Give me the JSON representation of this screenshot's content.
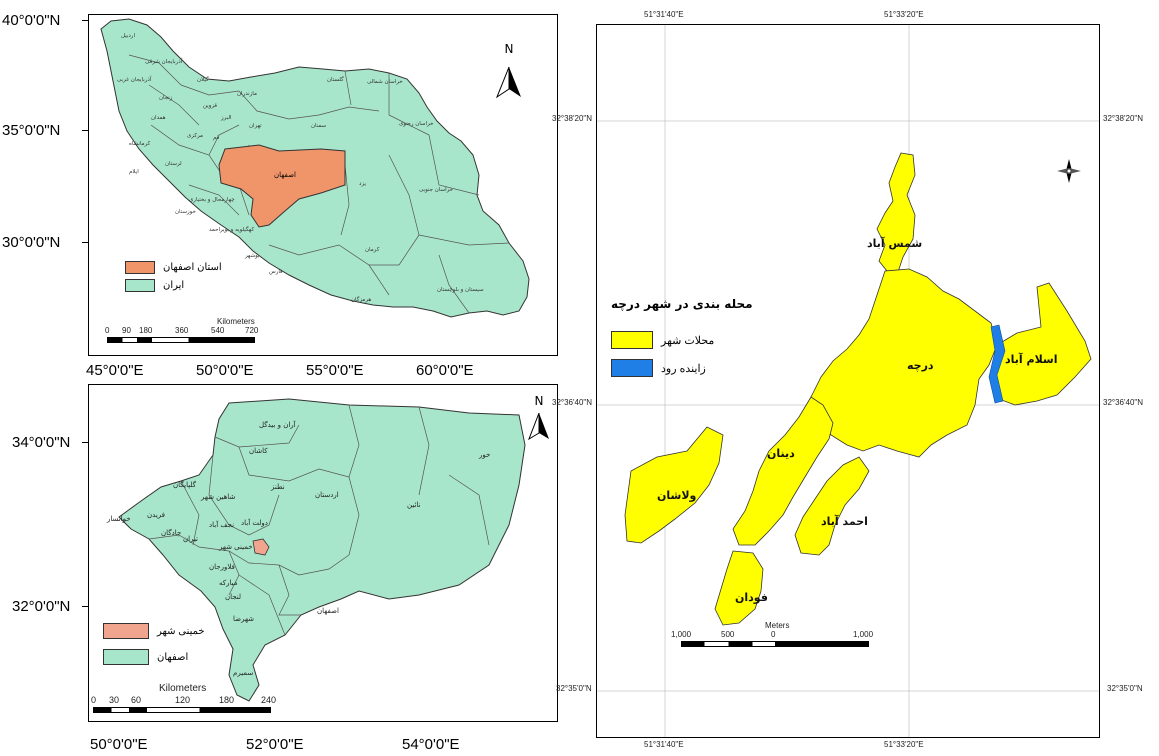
{
  "iran_map": {
    "lat_labels": [
      "40°0'0\"N",
      "35°0'0\"N",
      "30°0'0\"N"
    ],
    "lon_labels": [
      "45°0'0\"E",
      "50°0'0\"E",
      "55°0'0\"E",
      "60°0'0\"E"
    ],
    "north": "N",
    "highlight_label": "اصفهان",
    "legend": [
      {
        "label": "استان اصفهان",
        "color": "#f0956a"
      },
      {
        "label": "ایران",
        "color": "#a8e6cc"
      }
    ],
    "scale": {
      "title": "Kilometers",
      "ticks": [
        "0",
        "90",
        "180",
        "360",
        "540",
        "720"
      ]
    },
    "province_labels": [
      "اردبیل",
      "آذربایجان شرقی",
      "آذربایجان غربی",
      "زنجان",
      "گیلان",
      "مازندران",
      "گلستان",
      "خراسان شمالی",
      "قزوین",
      "البرز",
      "تهران",
      "سمنان",
      "خراسان رضوی",
      "همدان",
      "قم",
      "مرکزی",
      "کرمانشاه",
      "لرستان",
      "ایلام",
      "خوزستان",
      "چهارمحال و بختیاری",
      "کهگیلویه و بویراحمد",
      "یزد",
      "خراسان جنوبی",
      "کرمان",
      "فارس",
      "بوشهر",
      "هرمزگان",
      "سیستان و بلوچستان"
    ]
  },
  "isfahan_map": {
    "lat_labels": [
      "34°0'0\"N",
      "32°0'0\"N"
    ],
    "lon_labels": [
      "50°0'0\"E",
      "52°0'0\"E",
      "54°0'0\"E"
    ],
    "north": "N",
    "legend": [
      {
        "label": "خمینی شهر",
        "color": "#f2a58e"
      },
      {
        "label": "اصفهان",
        "color": "#a8e6cc"
      }
    ],
    "scale": {
      "title": "Kilometers",
      "ticks": [
        "0",
        "30",
        "60",
        "120",
        "180",
        "240"
      ]
    },
    "county_labels": [
      "آران و بیدگل",
      "کاشان",
      "خور",
      "اردستان",
      "نطنز",
      "نائین",
      "شاهین شهر",
      "نجف آباد",
      "دولت آباد",
      "خمینی شهر",
      "فلاورجان",
      "مبارکه",
      "لنجان",
      "شهرضا",
      "سمیرم",
      "اصفهان",
      "فریدن",
      "چادگان",
      "تیران",
      "گلپایگان",
      "خوانسار"
    ]
  },
  "dorcheh_map": {
    "top_lon": [
      "51°31'40\"E",
      "51°33'20\"E"
    ],
    "bottom_lon": [
      "51°31'40\"E",
      "51°33'20\"E"
    ],
    "left_lat": [
      "32°38'20\"N",
      "32°36'40\"N",
      "32°35'0\"N"
    ],
    "right_lat": [
      "32°38'20\"N",
      "32°36'40\"N",
      "32°35'0\"N"
    ],
    "legend_title": "محله بندی در شهر درچه",
    "legend": [
      {
        "label": "محلات شهر",
        "color": "#ffff00"
      },
      {
        "label": "زاینده رود",
        "color": "#1f7fe6"
      }
    ],
    "neighborhoods": [
      "شمس آباد",
      "درچه",
      "اسلام آباد",
      "دینان",
      "ولاشان",
      "احمد آباد",
      "فودان"
    ],
    "scale": {
      "title": "Meters",
      "ticks": [
        "1,000",
        "500",
        "0",
        "1,000"
      ]
    }
  }
}
